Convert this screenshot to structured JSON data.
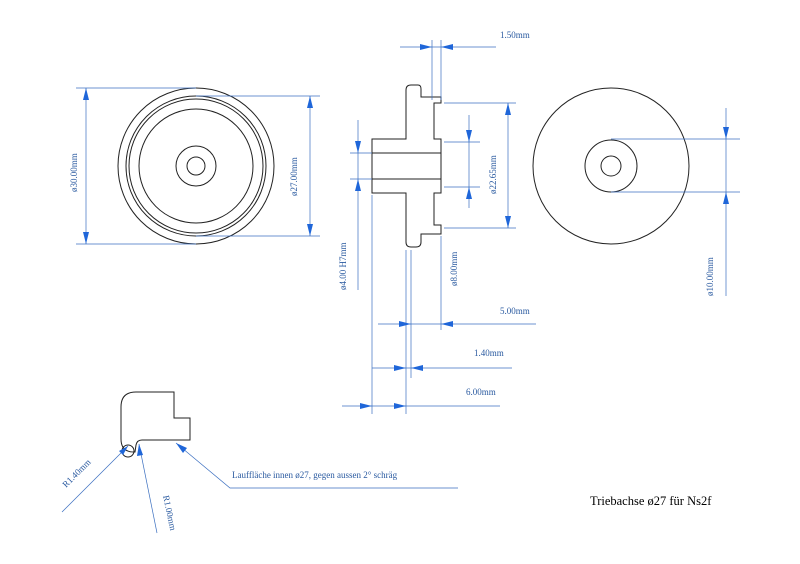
{
  "title": "Triebachse ø27 für Ns2f",
  "dimensions": {
    "d30": "ø30.00mm",
    "d27": "ø27.00mm",
    "w150": "1.50mm",
    "d2265": "ø22.65mm",
    "d4": "ø4.00 H7mm",
    "d8": "ø8.00mm",
    "d10": "ø10.00mm",
    "w500": "5.00mm",
    "w140": "1.40mm",
    "w600": "6.00mm",
    "r140": "R1.40mm",
    "r100": "R1.00mm"
  },
  "note": "Lauffläche innen ø27, gegen aussen 2° schräg",
  "colors": {
    "dimension_line": "#3b6fc0",
    "arrow": "#1f66d9",
    "dimension_text": "#2a5aa0",
    "part_outline": "#222222"
  }
}
